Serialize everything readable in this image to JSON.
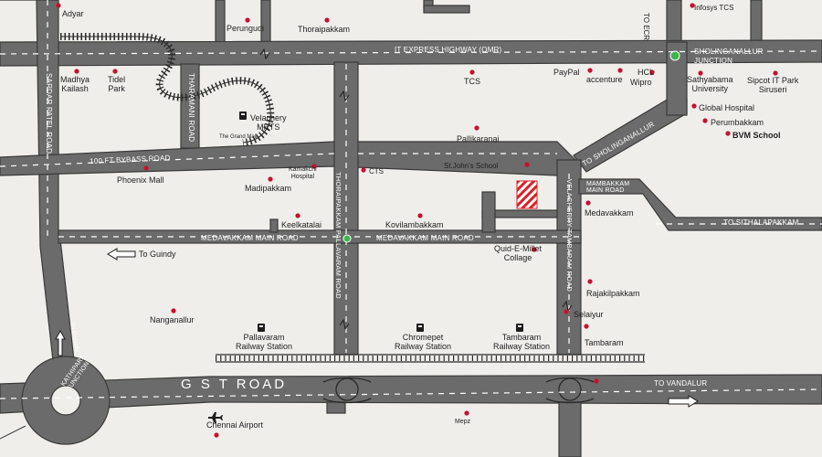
{
  "map": {
    "localities": {
      "adyar": "Adyar",
      "perungudi": "Perungudi",
      "thoraipakkam": "Thoraipakkam",
      "madhya_kailash": "Madhya\nKailash",
      "tidel_park": "Tidel\nPark",
      "velachery_mrts": "Velachery\nMRTS",
      "the_grand_mall": "The Grand Mall",
      "tcs_omr": "TCS",
      "paypal": "PayPal",
      "accenture": "accenture",
      "hcl": "HCL",
      "wipro": "Wipro",
      "infosys_tcs": "Infosys TCS",
      "sathyabama": "Sathyabama\nUniversity",
      "sipcot": "Sipcot IT Park\nSiruseri",
      "global_hospital": "Global Hospital",
      "perumbakkam": "Perumbakkam",
      "bvm_school": "BVM School",
      "pallikaranai": "Pallikaranai",
      "phoenix_mall": "Phoenix Mall",
      "madipakkam": "Madipakkam",
      "kamakshi_hospital": "Kamakchi\nHospital",
      "cts": "CTS",
      "st_johns": "St.John's School",
      "keelkatalai": "Keelkatalai",
      "kovilambakkam": "Kovilambakkam",
      "medavakkam": "Medavakkam",
      "quid_e_millet": "Quid-E-Millet\nCollage",
      "rajakilpakkam": "Rajakilpakkam",
      "selaiyur": "Selaiyur",
      "tambaram": "Tambaram",
      "nanganallur": "Nanganallur",
      "pallavaram_station": "Pallavaram\nRailway Station",
      "chromepet_station": "Chromepet\nRailway Station",
      "tambaram_station": "Tambaram\nRailway Station",
      "chennai_airport": "Chennai Airport",
      "mepz": "Mepz"
    },
    "roads": {
      "omr": "IT EXPRESS HIGHWAY (OMR)",
      "to_ecr": "TO ECR",
      "sholinganallur_junction": "SHOLINGANALLUR\nJUNCTION",
      "sardar_patel": "SARDAR PATEL ROAD",
      "tharamani": "THARAMANI ROAD",
      "bypass": "100 FT BYBASS ROAD",
      "to_sholinganallur": "TO SHOLINGANALLUR",
      "mambakkam": "MAMBAKKAM\nMAIN ROAD",
      "to_sithalapakkam": "TO SITHALAPAKKAM",
      "thoraipakkam_pallavaram": "THORAIPAKKAM PALLAVARAM ROAD",
      "velachery_tambaram": "VELACHERRY-TAMBARAM ROAD",
      "medavakkam_main_left": "MEDAVAKKAM MAIN ROAD",
      "medavakkam_main_right": "MEDAVAKKAM MAIN ROAD",
      "to_guindy": "To Guindy",
      "to_guindy_vertical": "To Guindy",
      "gst_road": "G S T ROAD",
      "to_vandalur": "TO VANDALUR",
      "kathipara": "KATHIPARA\nJUNCTION"
    },
    "colors": {
      "background": "#efeeeb",
      "road": "#6b6b6b",
      "road_edge": "#3a3a3a",
      "poi_dot": "#c8102e",
      "junction_dot": "#3cb84a",
      "site_hatch": "#d8232a"
    }
  }
}
